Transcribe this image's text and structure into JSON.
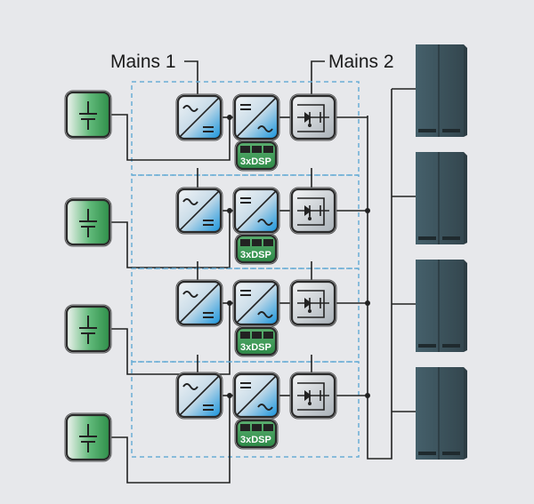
{
  "labels": {
    "mains1": "Mains 1",
    "mains2": "Mains 2",
    "dsp": "3xDSP"
  },
  "modules": 4,
  "loads": 4,
  "icons": {
    "battery": "battery-icon",
    "rectifier": "ac-dc-rectifier-icon",
    "inverter": "dc-ac-inverter-icon",
    "static_switch": "static-switch-icon",
    "dsp": "dsp-chip-icon",
    "cabinet": "server-cabinet-icon"
  },
  "colors": {
    "background": "#e7e8eb",
    "battery": "#3fa35a",
    "converter_blue": "#1e9be0",
    "dashed_box": "#6aaed6",
    "cabinet": "#3e5560",
    "line": "#222222"
  }
}
